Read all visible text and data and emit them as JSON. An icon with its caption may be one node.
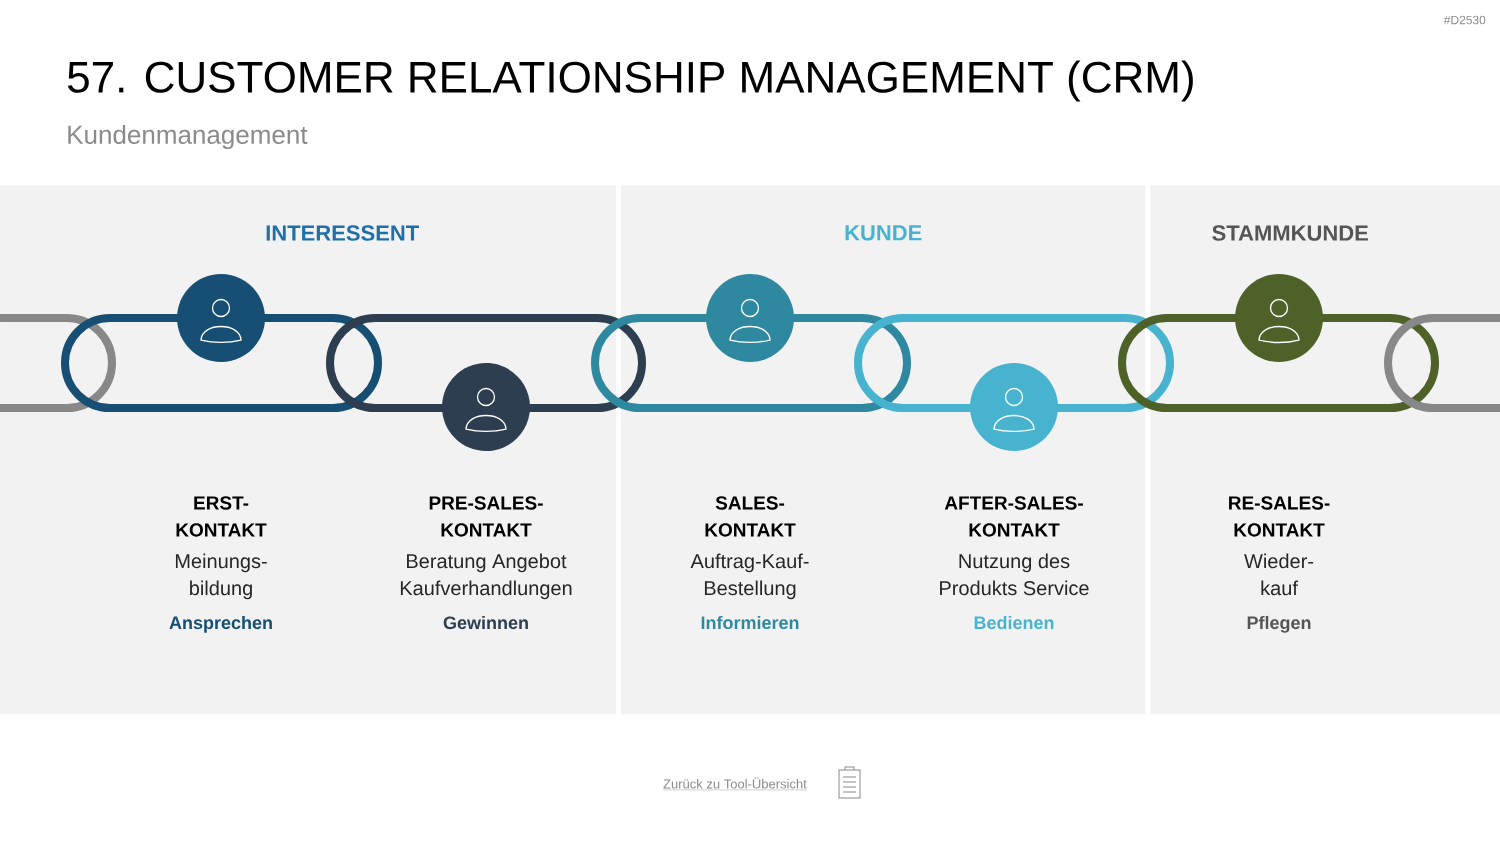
{
  "diagram": {
    "title": "57. CUSTOMER RELATIONSHIP MANAGEMENT (CRM)",
    "nodes": [
      {
        "text": [
          "INTERESSENT"
        ]
      },
      {
        "text": [
          "KUNDE"
        ]
      },
      {
        "text": [
          "STAMMKUNDE"
        ]
      },
      {
        "text": [
          "ERST- KONTAKT",
          "Meinungs- bildung",
          "Ansprechen"
        ],
        "in": 0
      },
      {
        "text": [
          "PRE-SALES- KONTAKT",
          "Beratung Angebot Kaufverhandlungen",
          "Gewinnen"
        ],
        "in": 0
      },
      {
        "text": [
          "SALES- KONTAKT",
          "Auftrag-Kauf- Bestellung",
          "Informieren"
        ],
        "in": 1
      },
      {
        "text": [
          "AFTER-SALES- KONTAKT",
          "Nutzung des Produkts Service",
          "Bedienen"
        ],
        "in": 1
      },
      {
        "text": [
          "RE-SALES- KONTAKT",
          "Wieder- kauf",
          "Pflegen"
        ],
        "in": 2
      }
    ],
    "labels": [
      "Kundenmanagement",
      "#D2530",
      "Zurück zu Tool-Übersicht"
    ]
  }
}
